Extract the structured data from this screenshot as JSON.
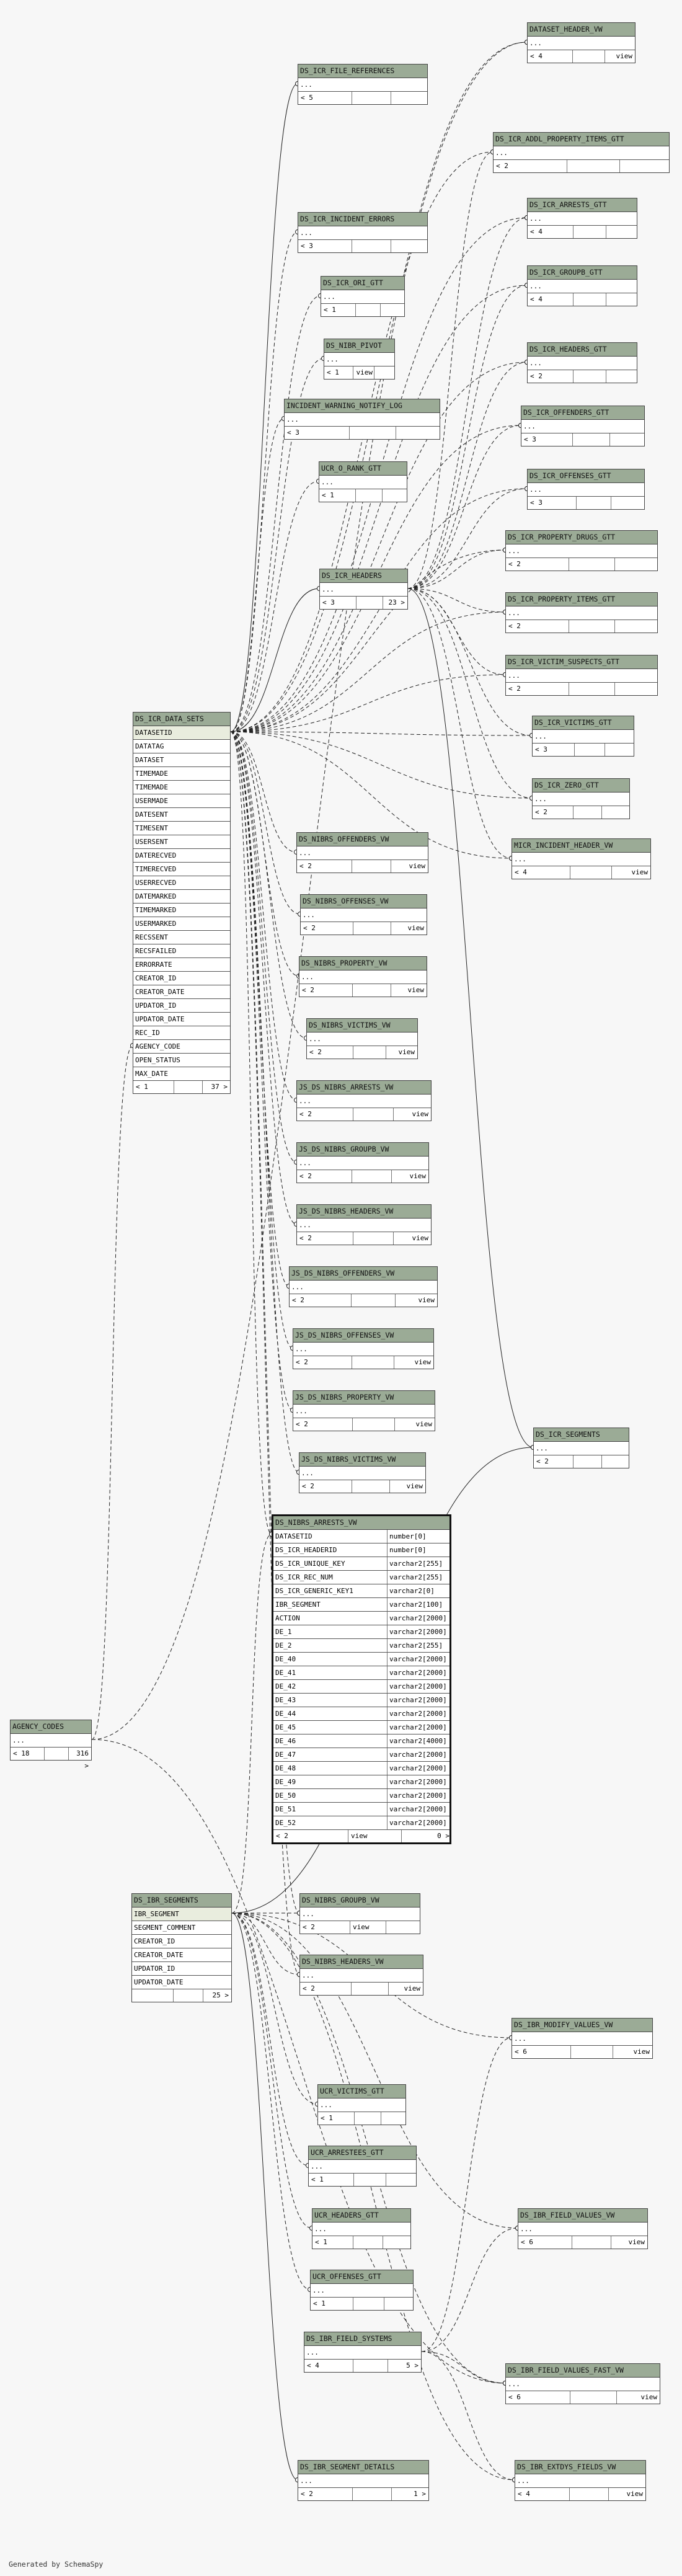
{
  "credit": "Generated by SchemaSpy",
  "tables": [
    {
      "name": "DATASET_HEADER_VW",
      "rows": [
        {
          "t": "..."
        }
      ],
      "foot": [
        "< 4",
        "",
        "view"
      ]
    },
    {
      "name": "DS_ICR_FILE_REFERENCES",
      "rows": [
        {
          "t": "..."
        }
      ],
      "foot": [
        "< 5",
        "",
        ""
      ]
    },
    {
      "name": "DS_ICR_ADDL_PROPERTY_ITEMS_GTT",
      "rows": [
        {
          "t": "..."
        }
      ],
      "foot": [
        "< 2",
        "",
        ""
      ]
    },
    {
      "name": "DS_ICR_ARRESTS_GTT",
      "rows": [
        {
          "t": "..."
        }
      ],
      "foot": [
        "< 4",
        "",
        ""
      ]
    },
    {
      "name": "DS_ICR_INCIDENT_ERRORS",
      "rows": [
        {
          "t": "..."
        }
      ],
      "foot": [
        "< 3",
        "",
        ""
      ]
    },
    {
      "name": "DS_ICR_GROUPB_GTT",
      "rows": [
        {
          "t": "..."
        }
      ],
      "foot": [
        "< 4",
        "",
        ""
      ]
    },
    {
      "name": "DS_ICR_ORI_GTT",
      "rows": [
        {
          "t": "..."
        }
      ],
      "foot": [
        "< 1",
        "",
        ""
      ]
    },
    {
      "name": "DS_NIBR_PIVOT",
      "rows": [
        {
          "t": "..."
        }
      ],
      "foot": [
        "< 1",
        "view",
        ""
      ]
    },
    {
      "name": "DS_ICR_HEADERS_GTT",
      "rows": [
        {
          "t": "..."
        }
      ],
      "foot": [
        "< 2",
        "",
        ""
      ]
    },
    {
      "name": "INCIDENT_WARNING_NOTIFY_LOG",
      "rows": [
        {
          "t": "..."
        }
      ],
      "foot": [
        "< 3",
        "",
        ""
      ]
    },
    {
      "name": "DS_ICR_OFFENDERS_GTT",
      "rows": [
        {
          "t": "..."
        }
      ],
      "foot": [
        "< 3",
        "",
        ""
      ]
    },
    {
      "name": "UCR_O_RANK_GTT",
      "rows": [
        {
          "t": "..."
        }
      ],
      "foot": [
        "< 1",
        "",
        ""
      ]
    },
    {
      "name": "DS_ICR_OFFENSES_GTT",
      "rows": [
        {
          "t": "..."
        }
      ],
      "foot": [
        "< 3",
        "",
        ""
      ]
    },
    {
      "name": "DS_ICR_PROPERTY_DRUGS_GTT",
      "rows": [
        {
          "t": "..."
        }
      ],
      "foot": [
        "< 2",
        "",
        ""
      ]
    },
    {
      "name": "DS_ICR_HEADERS",
      "rows": [
        {
          "t": "..."
        }
      ],
      "foot": [
        "< 3",
        "",
        "23 >"
      ]
    },
    {
      "name": "DS_ICR_PROPERTY_ITEMS_GTT",
      "rows": [
        {
          "t": "..."
        }
      ],
      "foot": [
        "< 2",
        "",
        ""
      ]
    },
    {
      "name": "DS_ICR_VICTIM_SUSPECTS_GTT",
      "rows": [
        {
          "t": "..."
        }
      ],
      "foot": [
        "< 2",
        "",
        ""
      ]
    },
    {
      "name": "DS_ICR_DATA_SETS",
      "rows": [
        {
          "t": "DATASETID",
          "pk": true
        },
        {
          "t": "DATATAG"
        },
        {
          "t": "DATASET"
        },
        {
          "t": "TIMEMADE"
        },
        {
          "t": "TIMEMADE"
        },
        {
          "t": "USERMADE"
        },
        {
          "t": "DATESENT"
        },
        {
          "t": "TIMESENT"
        },
        {
          "t": "USERSENT"
        },
        {
          "t": "DATERECVED"
        },
        {
          "t": "TIMERECVED"
        },
        {
          "t": "USERRECVED"
        },
        {
          "t": "DATEMARKED"
        },
        {
          "t": "TIMEMARKED"
        },
        {
          "t": "USERMARKED"
        },
        {
          "t": "RECSSENT"
        },
        {
          "t": "RECSFAILED"
        },
        {
          "t": "ERRORRATE"
        },
        {
          "t": "CREATOR_ID"
        },
        {
          "t": "CREATOR_DATE"
        },
        {
          "t": "UPDATOR_ID"
        },
        {
          "t": "UPDATOR_DATE"
        },
        {
          "t": "REC_ID"
        },
        {
          "t": "AGENCY_CODE"
        },
        {
          "t": "OPEN_STATUS"
        },
        {
          "t": "MAX_DATE"
        }
      ],
      "foot": [
        "< 1",
        "",
        "37 >"
      ]
    },
    {
      "name": "DS_ICR_VICTIMS_GTT",
      "rows": [
        {
          "t": "..."
        }
      ],
      "foot": [
        "< 3",
        "",
        ""
      ]
    },
    {
      "name": "DS_ICR_ZERO_GTT",
      "rows": [
        {
          "t": "..."
        }
      ],
      "foot": [
        "< 2",
        "",
        ""
      ]
    },
    {
      "name": "MICR_INCIDENT_HEADER_VW",
      "rows": [
        {
          "t": "..."
        }
      ],
      "foot": [
        "< 4",
        "",
        "view"
      ]
    },
    {
      "name": "DS_NIBRS_OFFENDERS_VW",
      "rows": [
        {
          "t": "..."
        }
      ],
      "foot": [
        "< 2",
        "",
        "view"
      ]
    },
    {
      "name": "DS_NIBRS_OFFENSES_VW",
      "rows": [
        {
          "t": "..."
        }
      ],
      "foot": [
        "< 2",
        "",
        "view"
      ]
    },
    {
      "name": "DS_NIBRS_PROPERTY_VW",
      "rows": [
        {
          "t": "..."
        }
      ],
      "foot": [
        "< 2",
        "",
        "view"
      ]
    },
    {
      "name": "DS_NIBRS_VICTIMS_VW",
      "rows": [
        {
          "t": "..."
        }
      ],
      "foot": [
        "< 2",
        "",
        "view"
      ]
    },
    {
      "name": "JS_DS_NIBRS_ARRESTS_VW",
      "rows": [
        {
          "t": "..."
        }
      ],
      "foot": [
        "< 2",
        "",
        "view"
      ]
    },
    {
      "name": "JS_DS_NIBRS_GROUPB_VW",
      "rows": [
        {
          "t": "..."
        }
      ],
      "foot": [
        "< 2",
        "",
        "view"
      ]
    },
    {
      "name": "JS_DS_NIBRS_HEADERS_VW",
      "rows": [
        {
          "t": "..."
        }
      ],
      "foot": [
        "< 2",
        "",
        "view"
      ]
    },
    {
      "name": "JS_DS_NIBRS_OFFENDERS_VW",
      "rows": [
        {
          "t": "..."
        }
      ],
      "foot": [
        "< 2",
        "",
        "view"
      ]
    },
    {
      "name": "JS_DS_NIBRS_OFFENSES_VW",
      "rows": [
        {
          "t": "..."
        }
      ],
      "foot": [
        "< 2",
        "",
        "view"
      ]
    },
    {
      "name": "JS_DS_NIBRS_PROPERTY_VW",
      "rows": [
        {
          "t": "..."
        }
      ],
      "foot": [
        "< 2",
        "",
        "view"
      ]
    },
    {
      "name": "DS_ICR_SEGMENTS",
      "rows": [
        {
          "t": "..."
        }
      ],
      "foot": [
        "< 2",
        "",
        ""
      ]
    },
    {
      "name": "JS_DS_NIBRS_VICTIMS_VW",
      "rows": [
        {
          "t": "..."
        }
      ],
      "foot": [
        "< 2",
        "",
        "view"
      ]
    },
    {
      "name": "DS_NIBRS_ARRESTS_VW",
      "focus": true,
      "rows": [
        {
          "t": "DATASETID",
          "ty": "number[0]"
        },
        {
          "t": "DS_ICR_HEADERID",
          "ty": "number[0]"
        },
        {
          "t": "DS_ICR_UNIQUE_KEY",
          "ty": "varchar2[255]"
        },
        {
          "t": "DS_ICR_REC_NUM",
          "ty": "varchar2[255]"
        },
        {
          "t": "DS_ICR_GENERIC_KEY1",
          "ty": "varchar2[0]"
        },
        {
          "t": "IBR_SEGMENT",
          "ty": "varchar2[100]"
        },
        {
          "t": "ACTION",
          "ty": "varchar2[2000]"
        },
        {
          "t": "DE_1",
          "ty": "varchar2[2000]"
        },
        {
          "t": "DE_2",
          "ty": "varchar2[255]"
        },
        {
          "t": "DE_40",
          "ty": "varchar2[2000]"
        },
        {
          "t": "DE_41",
          "ty": "varchar2[2000]"
        },
        {
          "t": "DE_42",
          "ty": "varchar2[2000]"
        },
        {
          "t": "DE_43",
          "ty": "varchar2[2000]"
        },
        {
          "t": "DE_44",
          "ty": "varchar2[2000]"
        },
        {
          "t": "DE_45",
          "ty": "varchar2[2000]"
        },
        {
          "t": "DE_46",
          "ty": "varchar2[4000]"
        },
        {
          "t": "DE_47",
          "ty": "varchar2[2000]"
        },
        {
          "t": "DE_48",
          "ty": "varchar2[2000]"
        },
        {
          "t": "DE_49",
          "ty": "varchar2[2000]"
        },
        {
          "t": "DE_50",
          "ty": "varchar2[2000]"
        },
        {
          "t": "DE_51",
          "ty": "varchar2[2000]"
        },
        {
          "t": "DE_52",
          "ty": "varchar2[2000]"
        }
      ],
      "foot": [
        "< 2",
        "view",
        "0 >"
      ]
    },
    {
      "name": "AGENCY_CODES",
      "rows": [
        {
          "t": "..."
        }
      ],
      "foot": [
        "< 18",
        "",
        "316 >"
      ]
    },
    {
      "name": "DS_IBR_SEGMENTS",
      "rows": [
        {
          "t": "IBR_SEGMENT",
          "pk": true
        },
        {
          "t": "SEGMENT_COMMENT"
        },
        {
          "t": "CREATOR_ID"
        },
        {
          "t": "CREATOR_DATE"
        },
        {
          "t": "UPDATOR_ID"
        },
        {
          "t": "UPDATOR_DATE"
        }
      ],
      "foot": [
        "",
        "",
        "25 >"
      ]
    },
    {
      "name": "DS_NIBRS_GROUPB_VW",
      "rows": [
        {
          "t": "..."
        }
      ],
      "foot": [
        "< 2",
        "view",
        ""
      ]
    },
    {
      "name": "DS_NIBRS_HEADERS_VW",
      "rows": [
        {
          "t": "..."
        }
      ],
      "foot": [
        "< 2",
        "",
        "view"
      ]
    },
    {
      "name": "DS_IBR_MODIFY_VALUES_VW",
      "rows": [
        {
          "t": "..."
        }
      ],
      "foot": [
        "< 6",
        "",
        "view"
      ]
    },
    {
      "name": "UCR_VICTIMS_GTT",
      "rows": [
        {
          "t": "..."
        }
      ],
      "foot": [
        "< 1",
        "",
        ""
      ]
    },
    {
      "name": "UCR_ARRESTEES_GTT",
      "rows": [
        {
          "t": "..."
        }
      ],
      "foot": [
        "< 1",
        "",
        ""
      ]
    },
    {
      "name": "UCR_HEADERS_GTT",
      "rows": [
        {
          "t": "..."
        }
      ],
      "foot": [
        "< 1",
        "",
        ""
      ]
    },
    {
      "name": "DS_IBR_FIELD_VALUES_VW",
      "rows": [
        {
          "t": "..."
        }
      ],
      "foot": [
        "< 6",
        "",
        "view"
      ]
    },
    {
      "name": "UCR_OFFENSES_GTT",
      "rows": [
        {
          "t": "..."
        }
      ],
      "foot": [
        "< 1",
        "",
        ""
      ]
    },
    {
      "name": "DS_IBR_FIELD_SYSTEMS",
      "rows": [
        {
          "t": "..."
        }
      ],
      "foot": [
        "< 4",
        "",
        "5 >"
      ]
    },
    {
      "name": "DS_IBR_FIELD_VALUES_FAST_VW",
      "rows": [
        {
          "t": "..."
        }
      ],
      "foot": [
        "< 6",
        "",
        "view"
      ]
    },
    {
      "name": "DS_IBR_SEGMENT_DETAILS",
      "rows": [
        {
          "t": "..."
        }
      ],
      "foot": [
        "< 2",
        "",
        "1 >"
      ]
    },
    {
      "name": "DS_IBR_EXTDYS_FIELDS_VW",
      "rows": [
        {
          "t": "..."
        }
      ],
      "foot": [
        "< 4",
        "",
        "view"
      ]
    }
  ]
}
